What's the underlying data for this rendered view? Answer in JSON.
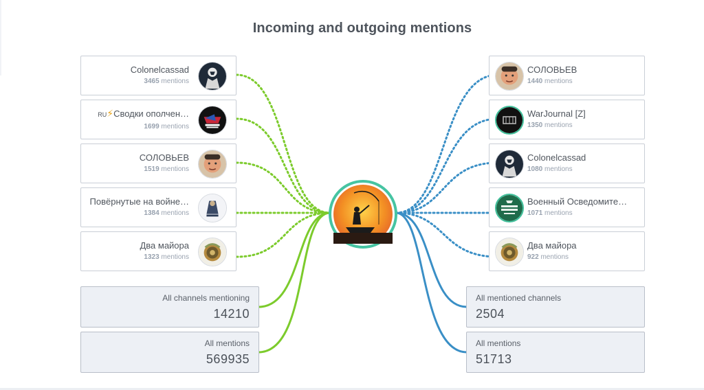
{
  "title": "Incoming and outgoing mentions",
  "colors": {
    "incoming": "#7ccb2c",
    "outgoing": "#3a8fc6",
    "hub_ring": "#46c4a2"
  },
  "incoming": [
    {
      "name": "Colonelcassad",
      "count": "3465",
      "unit": "mentions",
      "icon": "colonelcassad-avatar-icon"
    },
    {
      "prefix": "RU",
      "name": "Сводки ополчен…",
      "count": "1699",
      "unit": "mentions",
      "icon": "svodki-opolchenia-avatar-icon"
    },
    {
      "name": "СОЛОВЬЕВ",
      "count": "1519",
      "unit": "mentions",
      "icon": "soloviev-avatar-icon"
    },
    {
      "name": "Повёрнутые на войне…",
      "count": "1384",
      "unit": "mentions",
      "icon": "povernutye-avatar-icon"
    },
    {
      "name": "Два майора",
      "count": "1323",
      "unit": "mentions",
      "icon": "dva-mayora-avatar-icon"
    }
  ],
  "outgoing": [
    {
      "name": "СОЛОВЬЕВ",
      "count": "1440",
      "unit": "mentions",
      "icon": "soloviev-avatar-icon"
    },
    {
      "name": "WarJournal [Z]",
      "count": "1350",
      "unit": "mentions",
      "icon": "warjournal-avatar-icon"
    },
    {
      "name": "Colonelcassad",
      "count": "1080",
      "unit": "mentions",
      "icon": "colonelcassad-avatar-icon"
    },
    {
      "name": "Военный Осведомите…",
      "count": "1071",
      "unit": "mentions",
      "icon": "voenny-osvedomitel-avatar-icon"
    },
    {
      "name": "Два майора",
      "count": "922",
      "unit": "mentions",
      "icon": "dva-mayora-avatar-icon"
    }
  ],
  "stats_left": [
    {
      "label": "All channels mentioning",
      "value": "14210"
    },
    {
      "label": "All mentions",
      "value": "569935"
    }
  ],
  "stats_right": [
    {
      "label": "All mentioned channels",
      "value": "2504"
    },
    {
      "label": "All mentions",
      "value": "51713"
    }
  ],
  "hub": {
    "icon": "fisherman-sunset-avatar-icon"
  }
}
